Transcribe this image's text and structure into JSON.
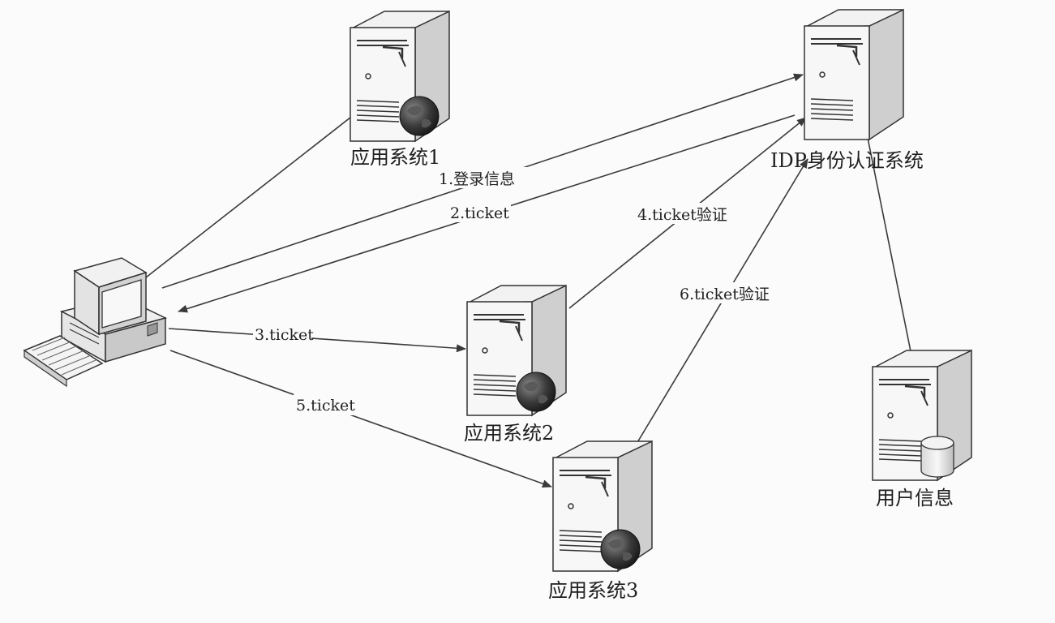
{
  "nodes": {
    "app1": {
      "label": "应用系统1",
      "icon": "web-server-icon"
    },
    "app2": {
      "label": "应用系统2",
      "icon": "web-server-icon"
    },
    "app3": {
      "label": "应用系统3",
      "icon": "web-server-icon"
    },
    "idp": {
      "label": "IDP身份认证系统",
      "icon": "server-icon"
    },
    "userdb": {
      "label": "用户信息",
      "icon": "database-server-icon"
    },
    "client": {
      "label": "",
      "icon": "desktop-computer-icon"
    }
  },
  "edges": {
    "e1": {
      "from": "client",
      "to": "idp",
      "label": "1.登录信息"
    },
    "e2": {
      "from": "idp",
      "to": "client",
      "label": "2.ticket"
    },
    "e3": {
      "from": "client",
      "to": "app2",
      "label": "3.ticket"
    },
    "e4": {
      "from": "app2",
      "to": "idp",
      "label": "4.ticket验证"
    },
    "e5": {
      "from": "client",
      "to": "app3",
      "label": "5.ticket"
    },
    "e6": {
      "from": "app3",
      "to": "idp",
      "label": "6.ticket验证"
    },
    "e7": {
      "from": "client",
      "to": "app1",
      "label": ""
    },
    "e8": {
      "from": "idp",
      "to": "userdb",
      "label": ""
    }
  }
}
